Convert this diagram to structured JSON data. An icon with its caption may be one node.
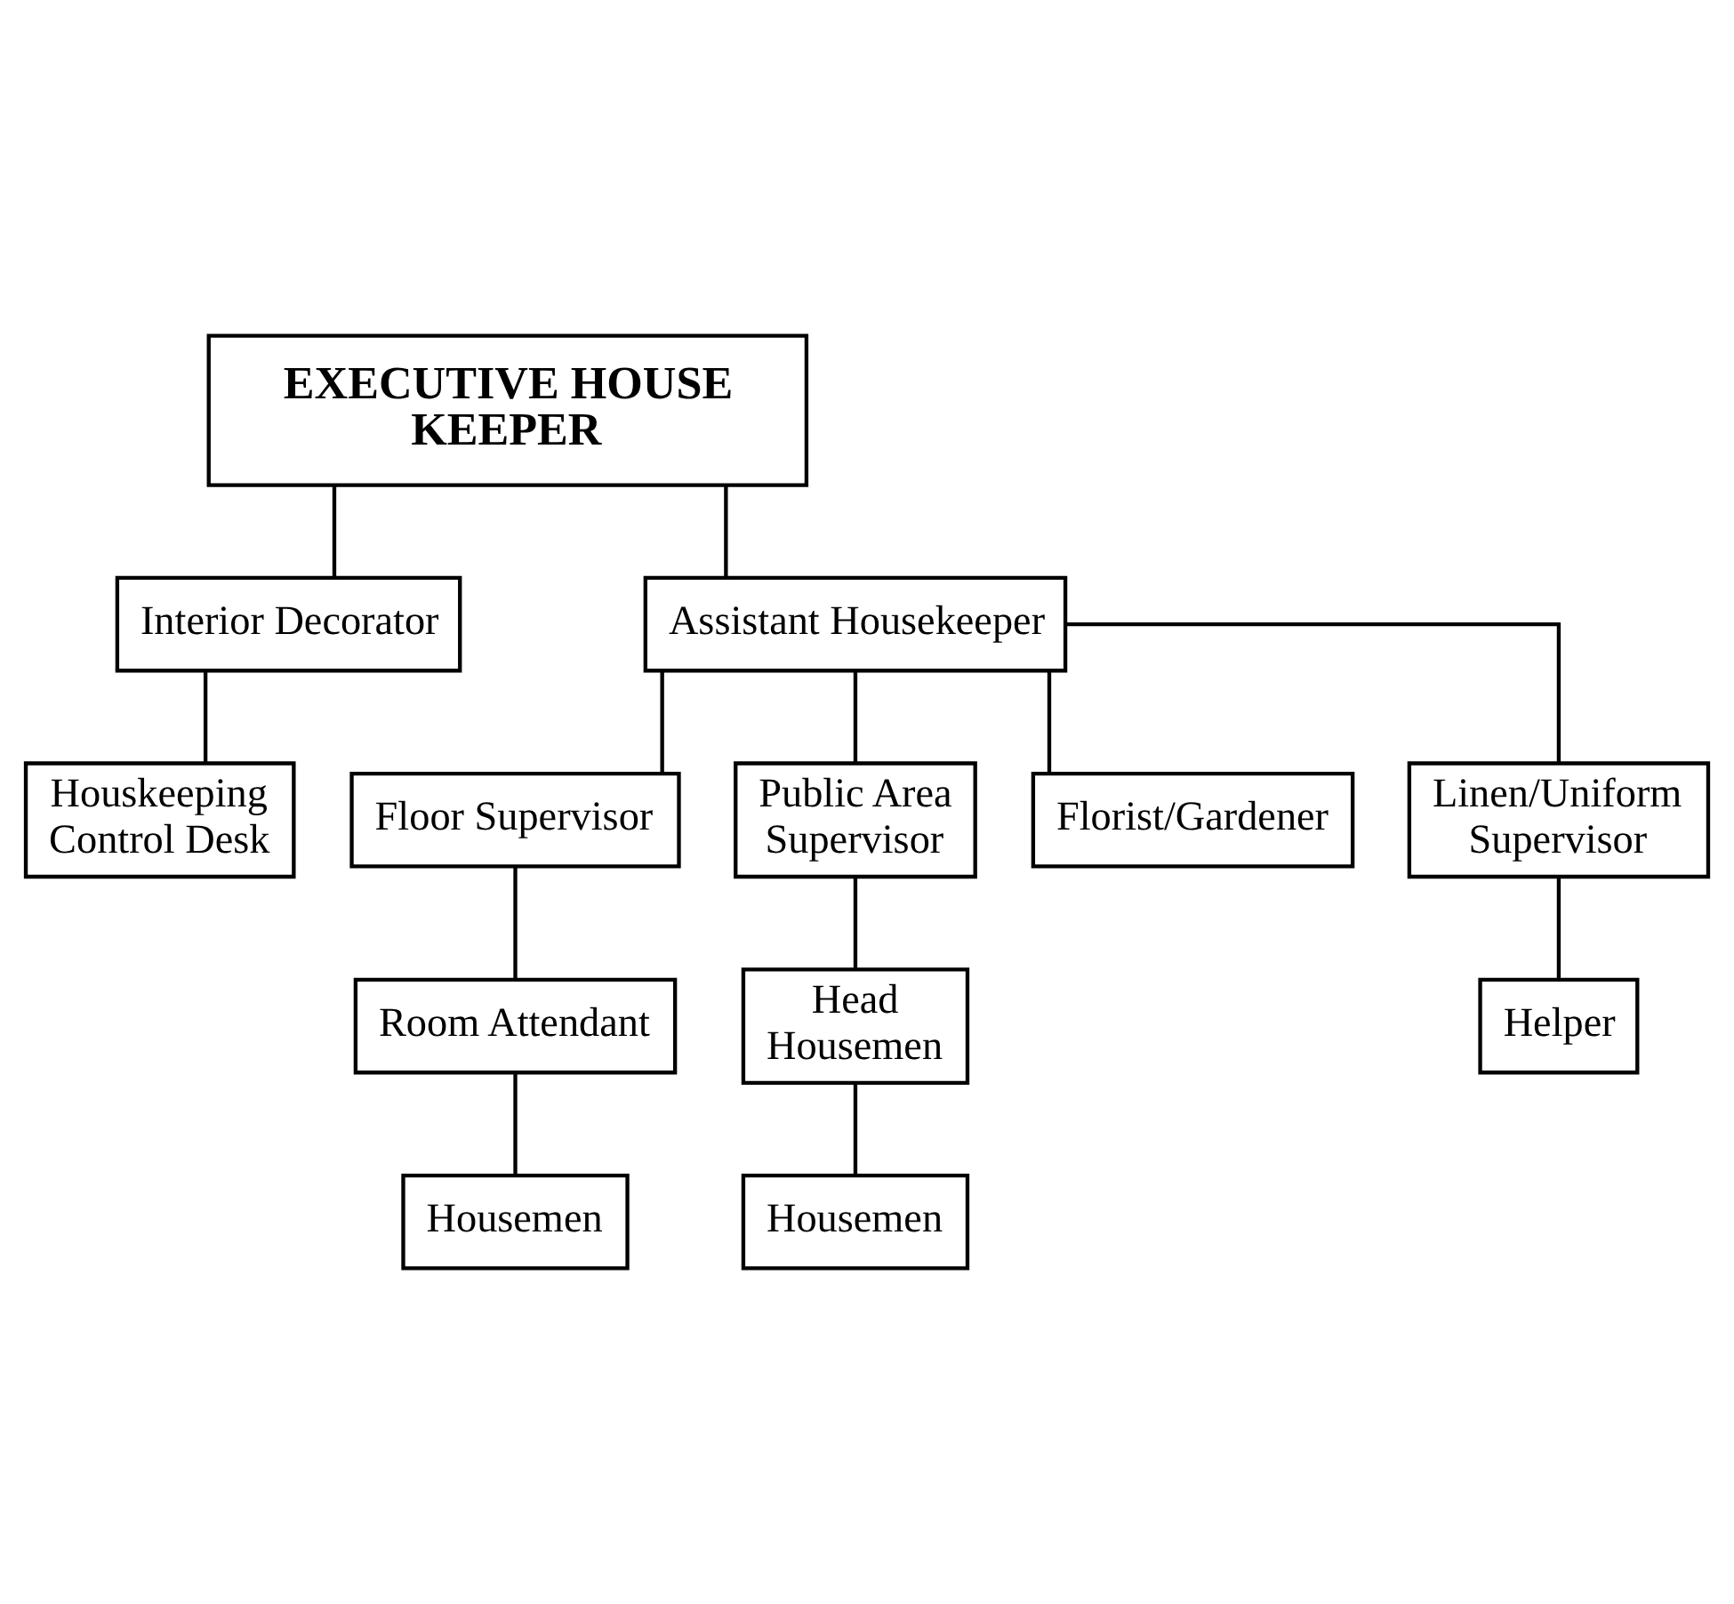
{
  "diagram": {
    "nodes": [
      {
        "text": [
          "EXECUTIVE HOUSE KEEPER"
        ]
      },
      {
        "text": [
          "Interior Decorator"
        ]
      },
      {
        "text": [
          "Assistant Housekeeper"
        ]
      },
      {
        "text": [
          "Houskeeping Control Desk"
        ]
      },
      {
        "text": [
          "Floor Supervisor"
        ]
      },
      {
        "text": [
          "Public Area Supervisor"
        ]
      },
      {
        "text": [
          "Florist/Gardener"
        ]
      },
      {
        "text": [
          "Linen/Uniform Supervisor"
        ]
      },
      {
        "text": [
          "Room Attendant"
        ]
      },
      {
        "text": [
          "Head Housemen"
        ]
      },
      {
        "text": [
          "Helper"
        ]
      },
      {
        "text": [
          "Housemen"
        ]
      },
      {
        "text": [
          "Housemen"
        ]
      }
    ],
    "edges": [
      {
        "from": 0,
        "to": 1,
        "arrow": "none"
      },
      {
        "from": 0,
        "to": 2,
        "arrow": "none"
      },
      {
        "from": 1,
        "to": 3,
        "arrow": "none"
      },
      {
        "from": 2,
        "to": 4,
        "arrow": "none"
      },
      {
        "from": 2,
        "to": 5,
        "arrow": "none"
      },
      {
        "from": 2,
        "to": 6,
        "arrow": "none"
      },
      {
        "from": 2,
        "to": 7,
        "arrow": "none"
      },
      {
        "from": 4,
        "to": 8,
        "arrow": "none"
      },
      {
        "from": 5,
        "to": 9,
        "arrow": "none"
      },
      {
        "from": 7,
        "to": 10,
        "arrow": "none"
      },
      {
        "from": 8,
        "to": 11,
        "arrow": "none"
      },
      {
        "from": 9,
        "to": 12,
        "arrow": "none"
      }
    ]
  }
}
